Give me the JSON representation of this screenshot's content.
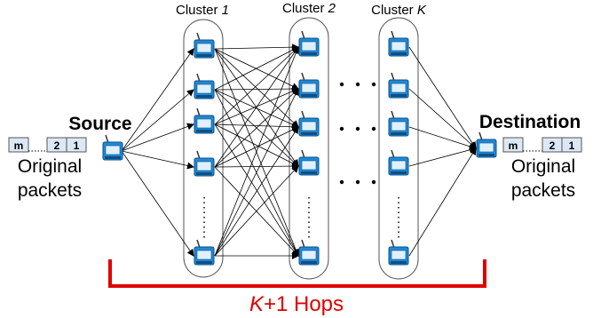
{
  "clusters": [
    {
      "prefix": "Cluster ",
      "index": "1"
    },
    {
      "prefix": "Cluster ",
      "index": "2"
    },
    {
      "prefix": "Cluster ",
      "index": "K"
    }
  ],
  "source": {
    "label": "Source"
  },
  "destination": {
    "label": "Destination"
  },
  "packets_left": {
    "first": "m",
    "second": "2",
    "third": "1"
  },
  "packets_right": {
    "first": "m",
    "second": "2",
    "third": "1"
  },
  "original_left": {
    "line1": "Original",
    "line2": "packets"
  },
  "original_right": {
    "line1": "Original",
    "line2": "packets"
  },
  "hops": {
    "var": "K",
    "rest": "+1 Hops"
  },
  "colors": {
    "hops_bracket": "#e00000",
    "node_blue": "#1f8ad6",
    "packet_box": "#dce8f5"
  },
  "icon": "wireless-router-icon"
}
